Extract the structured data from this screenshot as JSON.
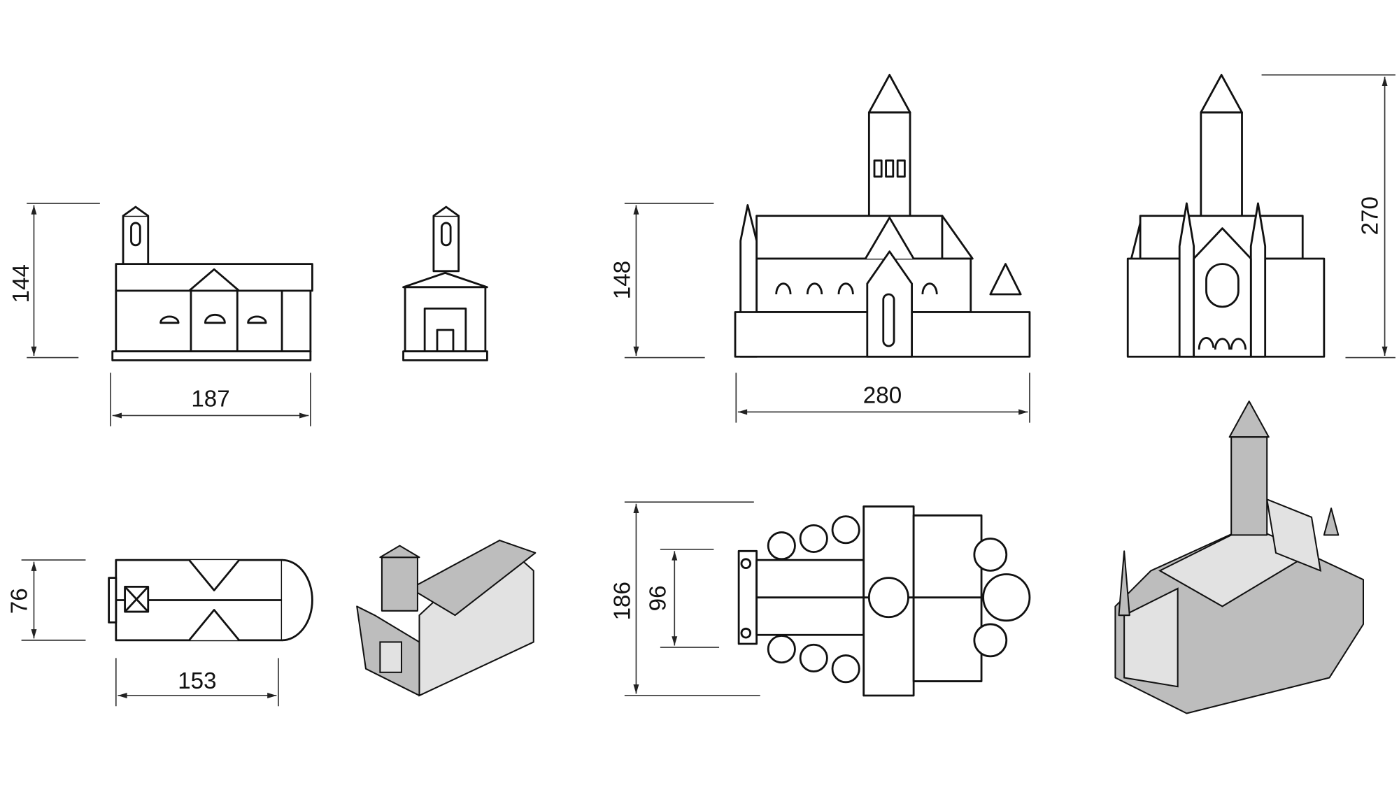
{
  "dimensions": {
    "small_church_height": "144",
    "small_church_width": "187",
    "small_church_plan_depth": "76",
    "small_church_plan_length": "153",
    "cathedral_height_side": "148",
    "cathedral_width": "280",
    "cathedral_total_height": "270",
    "cathedral_plan_depth": "186",
    "cathedral_plan_inner": "96"
  },
  "colors": {
    "line": "#111111",
    "fill_gray": "#bdbdbd",
    "dimension": "#333333"
  }
}
